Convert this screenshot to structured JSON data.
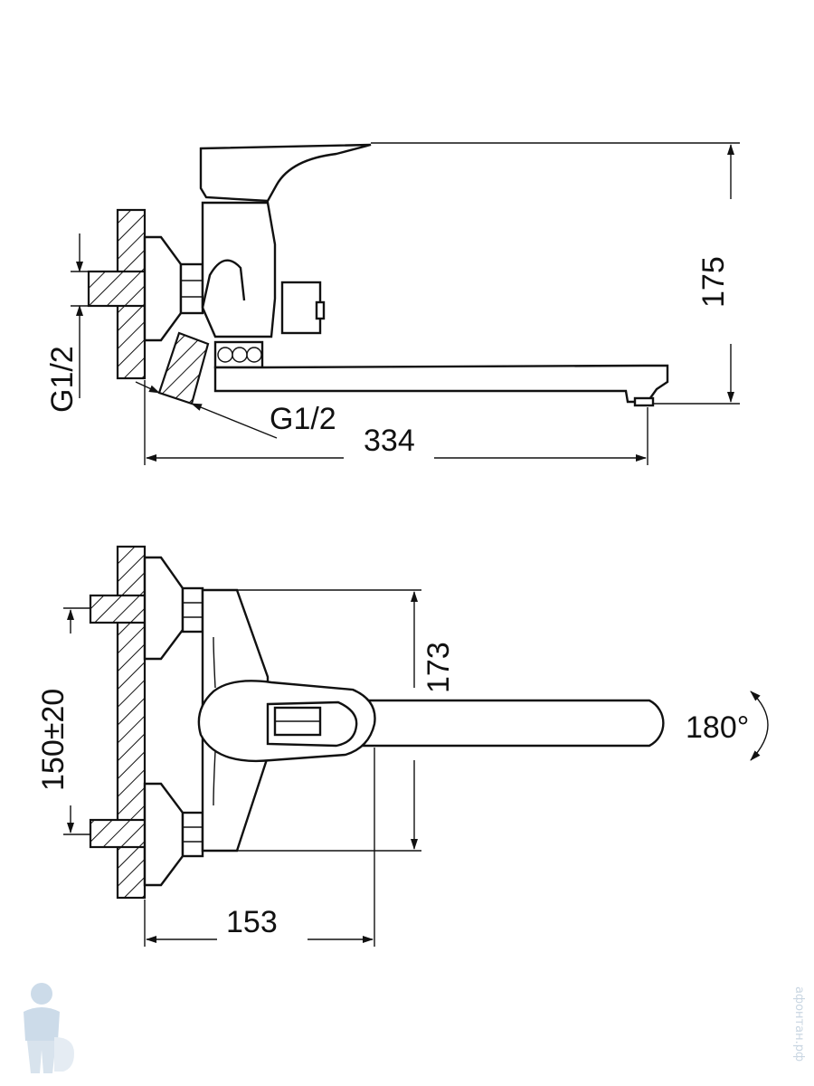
{
  "side_view": {
    "thread_label_vertical": "G1/2",
    "thread_label_angled": "G1/2",
    "height_dim": "175",
    "length_dim": "334"
  },
  "front_view": {
    "mount_spacing_dim": "150±20",
    "body_height_dim": "173",
    "depth_dim": "153",
    "rotation_label": "180°"
  },
  "watermark": {
    "text": "афонтан.рф",
    "logo": "plumber-mascot-icon"
  }
}
